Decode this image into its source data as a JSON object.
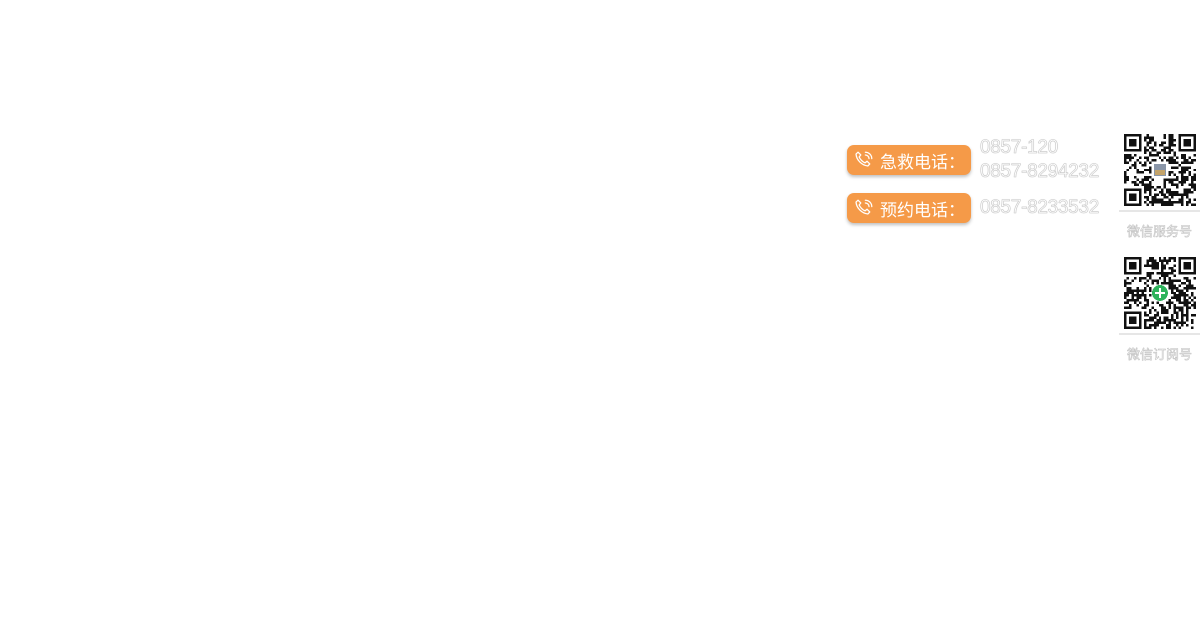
{
  "contacts": {
    "emergency": {
      "label": "急救电话：",
      "numbers": [
        "0857-120",
        "0857-8294232"
      ]
    },
    "appointment": {
      "label": "预约电话：",
      "numbers": [
        "0857-8233532"
      ]
    }
  },
  "qr_codes": [
    {
      "label": "微信服务号",
      "icon": "qr-code-icon"
    },
    {
      "label": "微信订阅号",
      "icon": "qr-code-icon"
    }
  ],
  "colors": {
    "badge": "#f59a48",
    "qr_center_accent": "#2db35c"
  }
}
